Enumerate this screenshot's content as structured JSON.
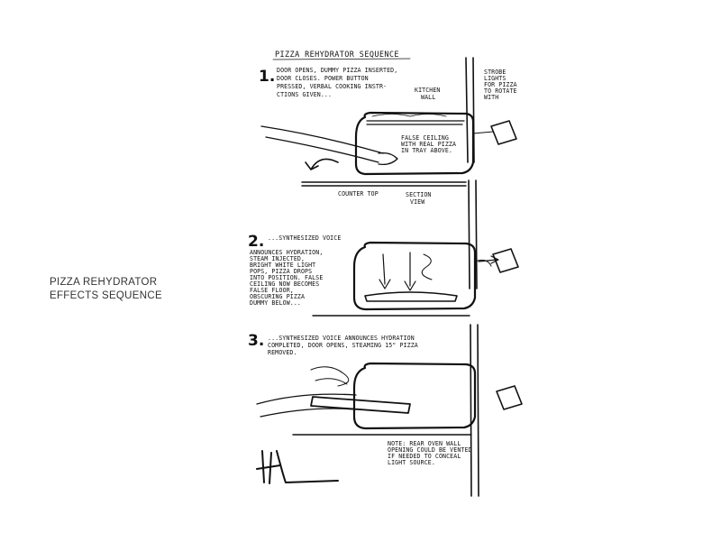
{
  "caption": {
    "line1": "PIZZA REHYDRATOR",
    "line2": "EFFECTS SEQUENCE"
  },
  "sketch": {
    "title": "PIZZA REHYDRATOR SEQUENCE",
    "step1": {
      "number": "1.",
      "lines": [
        "DOOR OPENS, DUMMY PIZZA INSERTED,",
        "DOOR CLOSES. POWER BUTTON",
        "PRESSED, VERBAL COOKING INSTR-",
        "CTIONS GIVEN..."
      ],
      "kitchen_wall": [
        "KITCHEN",
        "WALL"
      ],
      "side_note": [
        "STROBE",
        "LIGHTS",
        "FOR PIZZA",
        "TO ROTATE",
        "WITH"
      ],
      "ceiling_note": [
        "FALSE CEILING",
        "WITH REAL PIZZA",
        "IN TRAY ABOVE."
      ],
      "counter_top": "COUNTER TOP",
      "section_view": [
        "SECTION",
        "VIEW"
      ]
    },
    "step2": {
      "number": "2.",
      "lines": [
        "...SYNTHESIZED VOICE",
        "ANNOUNCES HYDRATION,",
        "STEAM INJECTED,",
        "BRIGHT WHITE LIGHT",
        "POPS, PIZZA DROPS",
        "INTO POSITION. FALSE",
        "CEILING NOW BECOMES",
        "FALSE FLOOR,",
        "OBSCURING PIZZA",
        "DUMMY BELOW..."
      ]
    },
    "step3": {
      "number": "3.",
      "lines": [
        "...SYNTHESIZED VOICE ANNOUNCES HYDRATION",
        "COMPLETED, DOOR OPENS, STEAMING 15\" PIZZA",
        "REMOVED."
      ],
      "note": [
        "NOTE: REAR OVEN WALL",
        "OPENING COULD BE VENTED",
        "IF NEEDED TO CONCEAL",
        "LIGHT SOURCE."
      ]
    }
  }
}
